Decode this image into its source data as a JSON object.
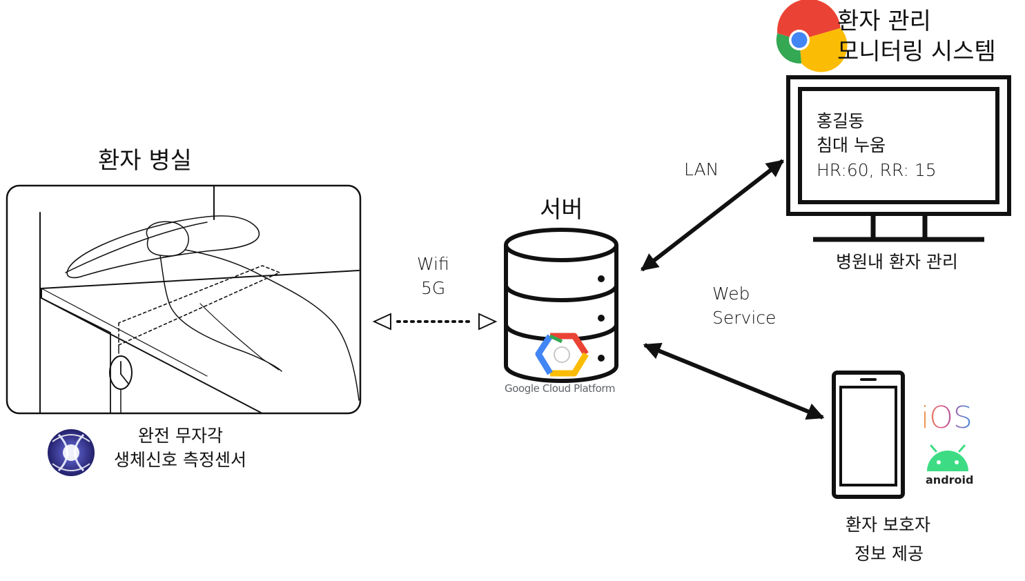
{
  "room": {
    "title": "환자 병실"
  },
  "sensor": {
    "line1": "완전 무자각",
    "line2": "생체신호 측정센서"
  },
  "link_wifi": {
    "line1": "Wifi",
    "line2": "5G"
  },
  "server": {
    "title": "서버",
    "gcp_logo_text": "Google Cloud Platform"
  },
  "link_lan": {
    "label": "LAN"
  },
  "link_web": {
    "line1": "Web",
    "line2": "Service"
  },
  "monitor": {
    "system_line1": "환자 관리",
    "system_line2": "모니터링 시스템",
    "patient_name": "홍길동",
    "patient_state": "침대 누움",
    "vitals": "HR:60, RR: 15",
    "caption": "병원내 환자 관리"
  },
  "phone": {
    "ios_label": "iOS",
    "android_label": "android",
    "caption_line1": "환자 보호자",
    "caption_line2": "정보 제공"
  },
  "colors": {
    "line": "#111111",
    "gcp_blue": "#4285F4",
    "gcp_red": "#EA4335",
    "gcp_yellow": "#FBBC05",
    "gcp_green": "#34A853",
    "android_green": "#3DDC84",
    "sensor_logo": "#2b2a7a"
  }
}
